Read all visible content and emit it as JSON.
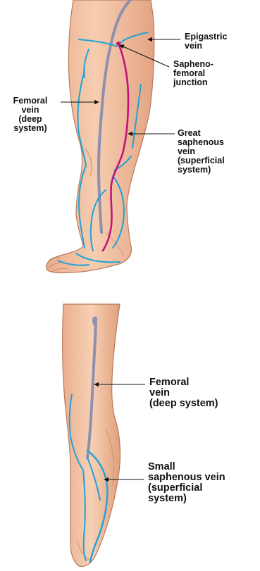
{
  "labels": {
    "epigastric": "Epigastric\nvein",
    "sapheno_femoral": "Sapheno-\nfemoral\njunction",
    "femoral_top": "Femoral\nvein\n(deep\nsystem)",
    "great_saphenous": "Great\nsaphenous\nvein\n(superficial\nsystem)",
    "femoral_bottom": "Femoral\nvein\n(deep system)",
    "small_saphenous": "Small\nsaphenous vein\n(superficial\nsystem)"
  },
  "colors": {
    "skin": "#f2c2a2",
    "skin_shadow": "#d99a78",
    "skin_outline": "#b77a5c",
    "superficial_vein": "#1fa3d8",
    "deep_vein": "#8f8fb0",
    "great_saphenous": "#c2137a",
    "label_text": "#111111",
    "leader_line": "#111111"
  }
}
